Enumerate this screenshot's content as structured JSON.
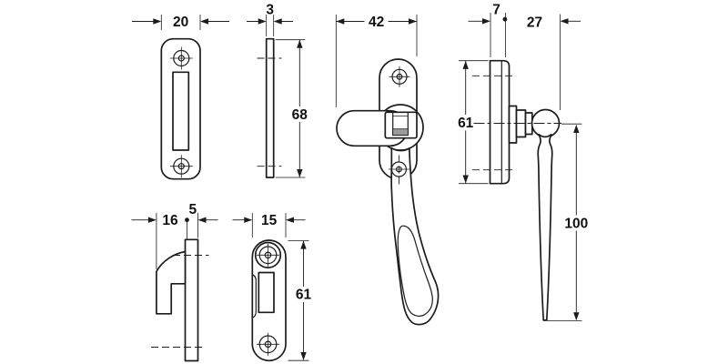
{
  "drawing": {
    "type": "technical-dimension-drawing",
    "subject": "casement window fastener with keeper plates",
    "background_color": "#ffffff",
    "line_color": "#1c1c1c",
    "dimensions": {
      "keeper_plate_width": "20",
      "keeper_plate_thickness": "3",
      "keeper_plate_height": "68",
      "fastener_total_width": "42",
      "fastener_plate_height": "61",
      "fastener_plate_thickness": "7",
      "handle_projection": "27",
      "handle_length": "100",
      "hook_projection": "16",
      "hook_plate_thickness": "5",
      "hook_plate_width": "15",
      "hook_plate_height": "61"
    }
  }
}
